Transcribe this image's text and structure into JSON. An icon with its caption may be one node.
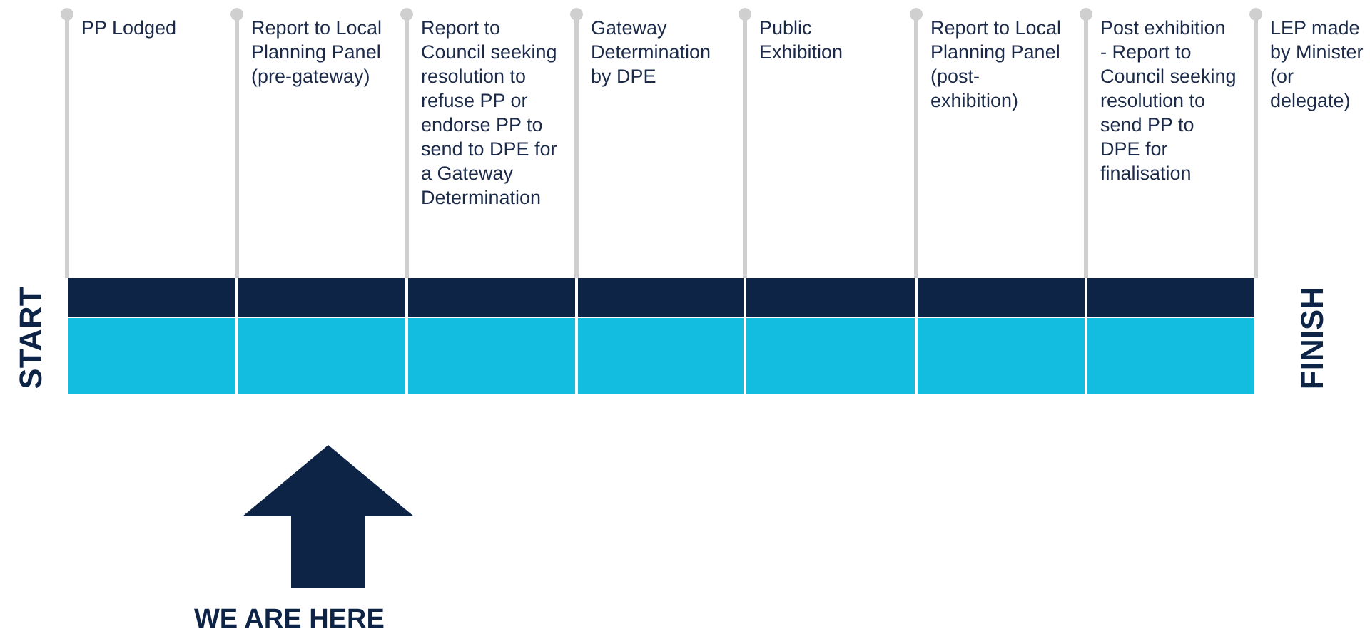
{
  "diagram": {
    "labels": [
      "PP Lodged",
      "Report to Local Planning Panel (pre-gateway)",
      "Report to Council seeking resolution to refuse PP or endorse PP to send to DPE for a Gateway Determination",
      "Gateway Determination by DPE",
      "Public Exhibition",
      "Report to Local Planning Panel (post-exhibition)",
      "Post exhibition - Report to Council seeking resolution to send PP to DPE for finalisation",
      "LEP made by Minister (or delegate)",
      "START",
      "FINISH",
      "WE ARE HERE"
    ]
  }
}
